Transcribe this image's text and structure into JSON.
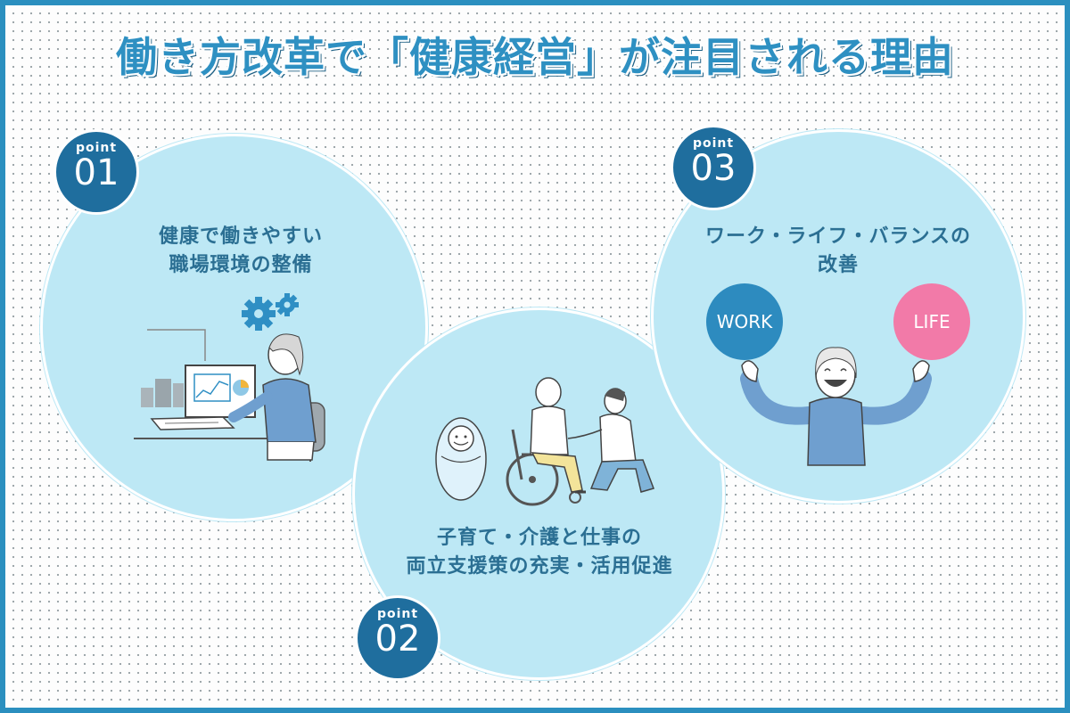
{
  "title": "働き方改革で「健康経営」が注目される理由",
  "points": [
    {
      "label": "point",
      "number": "01",
      "line1": "健康で働きやすい",
      "line2": "職場環境の整備"
    },
    {
      "label": "point",
      "number": "02",
      "line1": "子育て・介護と仕事の",
      "line2": "両立支援策の充実・活用促進"
    },
    {
      "label": "point",
      "number": "03",
      "line1": "ワーク・ライフ・バランスの",
      "line2": "改善"
    }
  ],
  "bubbles": {
    "work": "WORK",
    "life": "LIFE"
  },
  "icons": {
    "point1": "office-worker-at-computer-illustration",
    "point2": "caregiver-elderly-wheelchair-baby-illustration",
    "point3": "happy-woman-arms-raised-illustration",
    "gears": "gear-icon"
  },
  "colors": {
    "frame": "#2b8fbf",
    "title": "#2e90c2",
    "circle": "#bde8f5",
    "badge": "#1f6e9e",
    "label": "#2b6f93",
    "work": "#2d8bbf",
    "life": "#f27aa8"
  }
}
